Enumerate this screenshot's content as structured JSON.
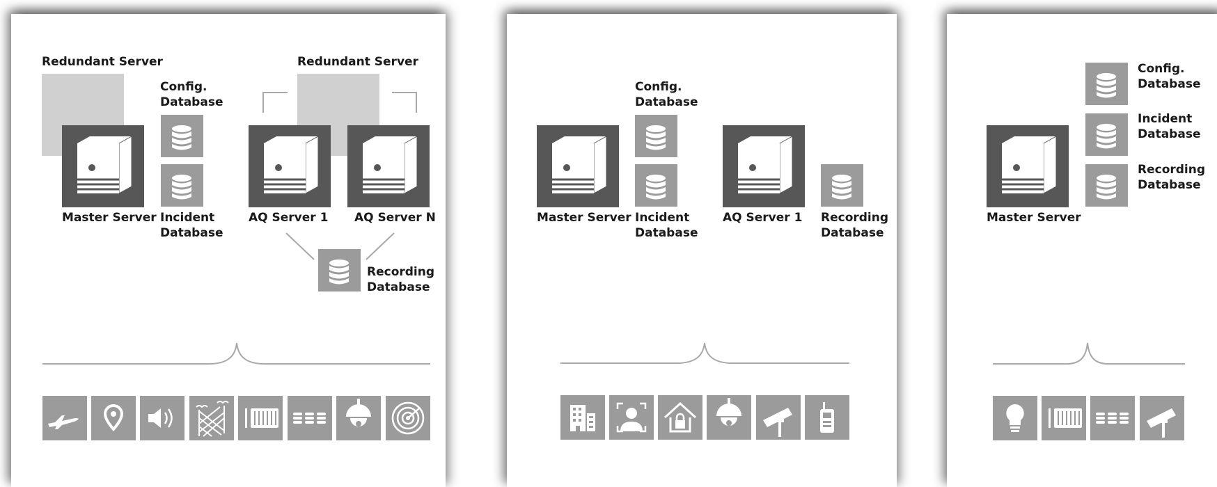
{
  "panel1": {
    "redundant_left": "Redundant Server",
    "redundant_right": "Redundant Server",
    "config_db": "Config.\nDatabase",
    "incident_db": "Incident\nDatabase",
    "master": "Master Server",
    "aq1": "AQ Server 1",
    "aqn": "AQ Server N",
    "recording_db": "Recording\nDatabase",
    "devices": [
      "airplane-icon",
      "location-pin-icon",
      "speaker-icon",
      "fence-icon",
      "radiator-icon",
      "storage-icon",
      "dome-camera-icon",
      "radar-icon"
    ]
  },
  "panel2": {
    "config_db": "Config.\nDatabase",
    "incident_db": "Incident\nDatabase",
    "master": "Master Server",
    "aq1": "AQ Server 1",
    "recording_db": "Recording\nDatabase",
    "devices": [
      "building-icon",
      "face-recognition-icon",
      "home-lock-icon",
      "dome-camera-icon",
      "cctv-camera-icon",
      "radio-icon"
    ]
  },
  "panel3": {
    "config_db": "Config.\nDatabase",
    "incident_db": "Incident\nDatabase",
    "recording_db": "Recording\nDatabase",
    "master": "Master Server",
    "devices": [
      "lightbulb-icon",
      "radiator-icon",
      "storage-icon",
      "cctv-camera-icon"
    ]
  },
  "colors": {
    "server": "#575757",
    "ghost": "#d0d0d0",
    "tile": "#9b9b9b",
    "line": "#a8a8a8"
  }
}
